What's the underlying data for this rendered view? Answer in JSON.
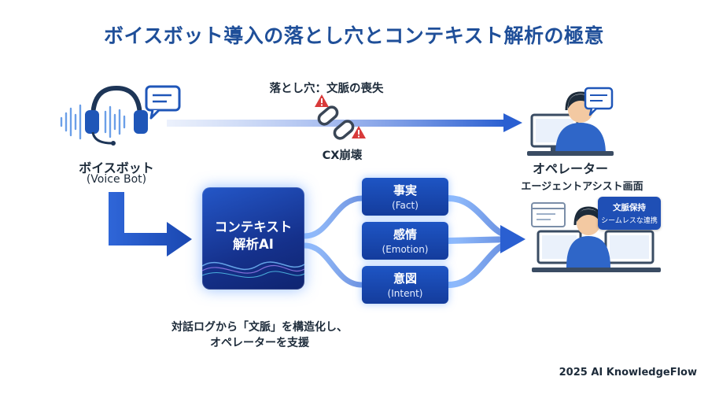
{
  "title": "ボイスボット導入の落とし穴とコンテキスト解析の極意",
  "top_flow": {
    "pitfall_label": "落とし穴：文脈の喪失",
    "collapse_label": "CX崩壊"
  },
  "voicebot": {
    "label": "ボイスボット",
    "sublabel": "(Voice Bot)"
  },
  "operator": {
    "label": "オペレーター",
    "screen_label": "エージェントアシスト画面"
  },
  "core": {
    "line1": "コンテキスト",
    "line2": "解析AI"
  },
  "outputs": [
    {
      "title": "事実",
      "sub": "(Fact)"
    },
    {
      "title": "感情",
      "sub": "(Emotion)"
    },
    {
      "title": "意図",
      "sub": "(Intent)"
    }
  ],
  "badge": {
    "line1": "文脈保持",
    "line2": "シームレスな連携"
  },
  "caption": {
    "line1": "対話ログから「文脈」を構造化し、",
    "line2": "オペレーターを支援"
  },
  "footer": "2025 AI KnowledgeFlow",
  "colors": {
    "primary": "#1f4f99",
    "arrow": "#2a5fd1",
    "warning": "#d83a3a"
  }
}
